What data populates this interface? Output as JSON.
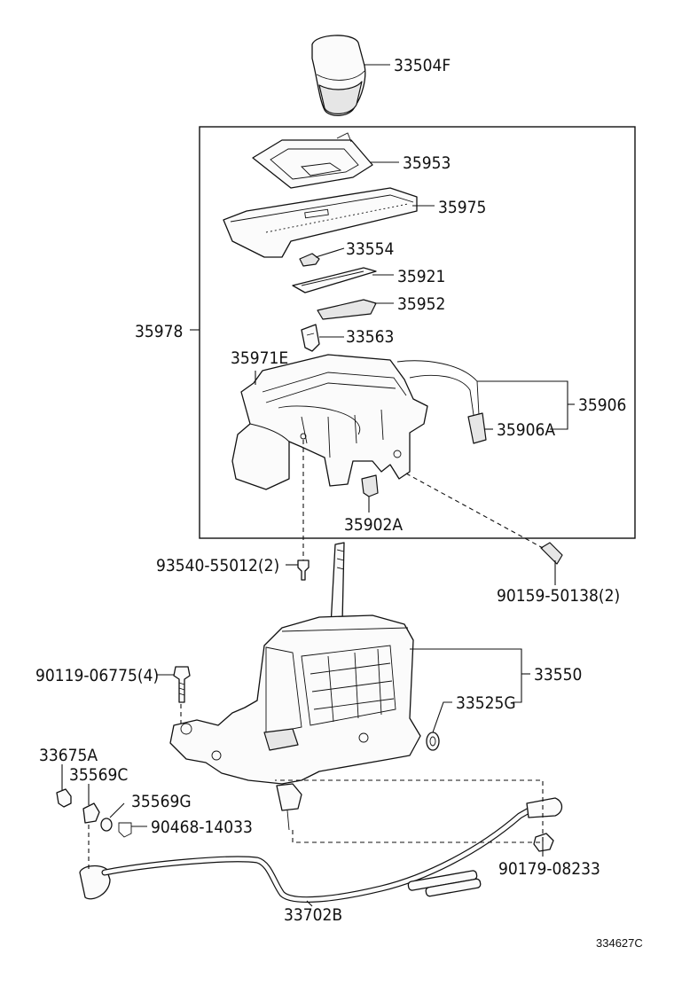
{
  "diagram": {
    "image_code": "334627C",
    "parts": [
      {
        "id": "knob",
        "label": "33504F"
      },
      {
        "id": "bezel-upper",
        "label": "35953"
      },
      {
        "id": "position-plate",
        "label": "35975"
      },
      {
        "id": "clip",
        "label": "33554"
      },
      {
        "id": "indicator-lens",
        "label": "35921"
      },
      {
        "id": "light-guide",
        "label": "35952"
      },
      {
        "id": "bulb-socket",
        "label": "33563"
      },
      {
        "id": "indicator-assy",
        "label": "35978"
      },
      {
        "id": "housing",
        "label": "35971E"
      },
      {
        "id": "wire",
        "label": "35906"
      },
      {
        "id": "wire-connector",
        "label": "35906A"
      },
      {
        "id": "switch",
        "label": "35902A"
      },
      {
        "id": "screw-left",
        "label": "93540-55012(2)"
      },
      {
        "id": "screw-right",
        "label": "90159-50138(2)"
      },
      {
        "id": "shift-lever-assy",
        "label": "33550"
      },
      {
        "id": "bolt",
        "label": "90119-06775(4)"
      },
      {
        "id": "grommet",
        "label": "33525G"
      },
      {
        "id": "pin",
        "label": "33675A"
      },
      {
        "id": "bushing",
        "label": "35569C"
      },
      {
        "id": "bushing-small",
        "label": "35569G"
      },
      {
        "id": "clip-pin",
        "label": "90468-14033"
      },
      {
        "id": "nut",
        "label": "90179-08233"
      },
      {
        "id": "control-rod",
        "label": "33702B"
      }
    ]
  }
}
